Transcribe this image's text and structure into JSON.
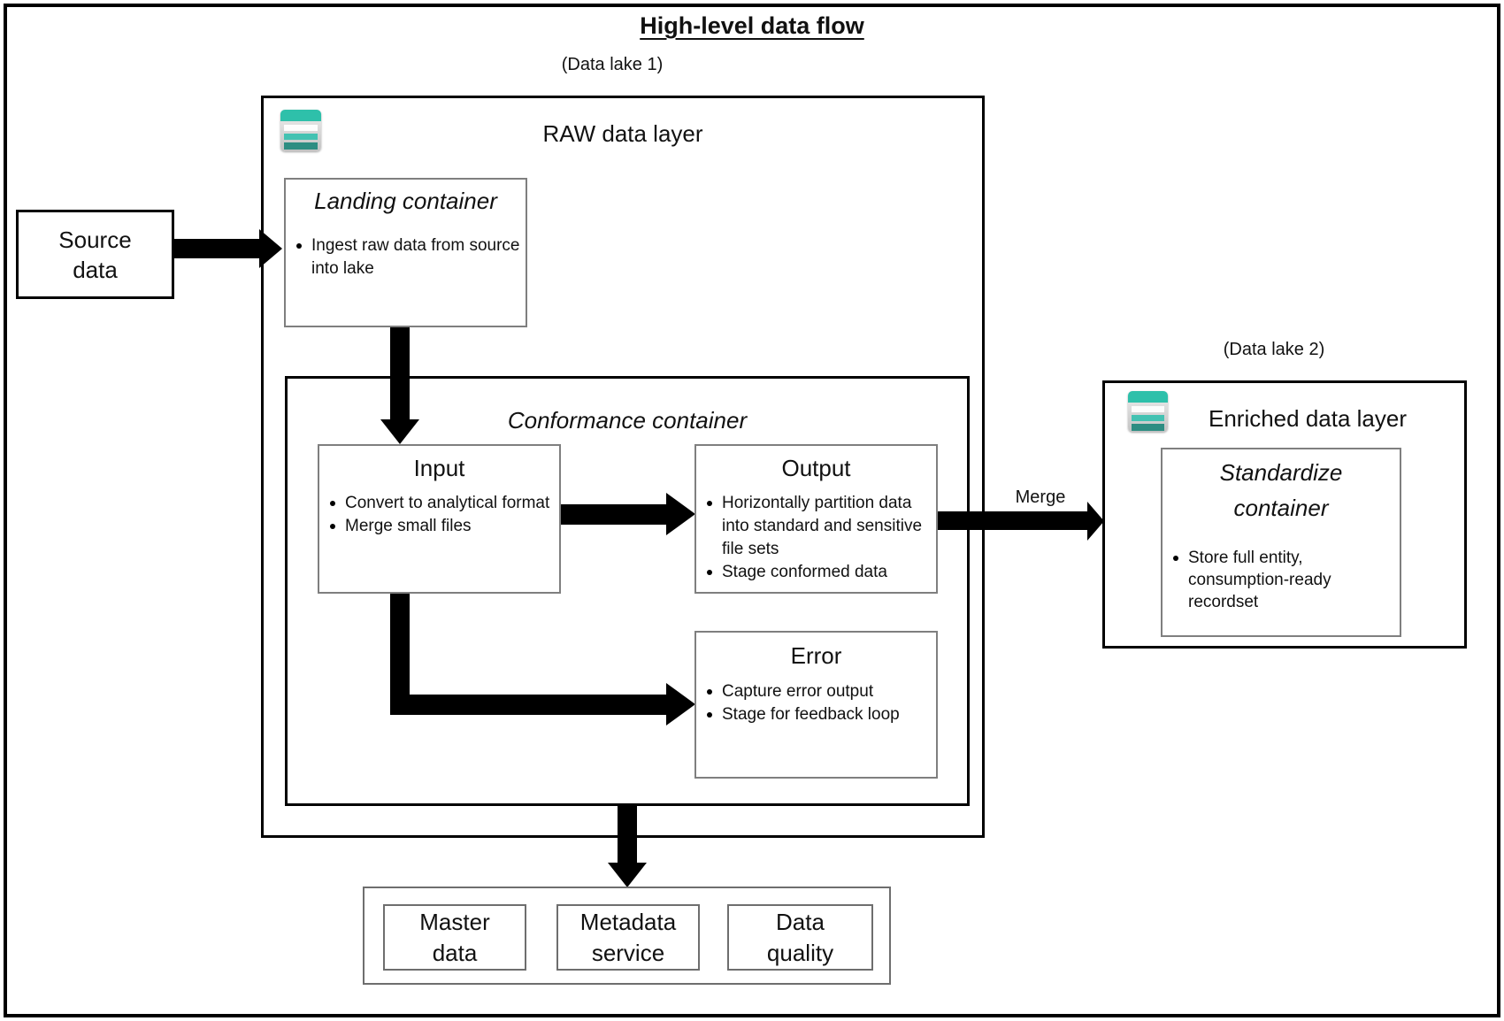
{
  "title": "High-level data flow",
  "labels": {
    "data_lake_1": "(Data lake 1)",
    "data_lake_2": "(Data lake 2)",
    "merge": "Merge"
  },
  "colors": {
    "icon_teal_top": "#2ec0aa",
    "icon_teal_mid": "#43c2b2",
    "icon_teal_dark": "#2e8d82",
    "container_border": "#000000",
    "inner_box_border": "#7f7f7f",
    "services_border": "#6e6e6e"
  },
  "source_box": {
    "label": "Source data"
  },
  "raw_layer": {
    "title": "RAW data layer",
    "icon": "data-lake-icon",
    "landing": {
      "title": "Landing container",
      "bullets": [
        "Ingest raw data from source into lake"
      ]
    },
    "conformance": {
      "title": "Conformance container",
      "input": {
        "title": "Input",
        "bullets": [
          "Convert to analytical format",
          "Merge small files"
        ]
      },
      "output": {
        "title": "Output",
        "bullets": [
          "Horizontally partition data into standard and sensitive file sets",
          "Stage conformed data"
        ]
      },
      "error": {
        "title": "Error",
        "bullets": [
          "Capture error output",
          "Stage for feedback loop"
        ]
      }
    }
  },
  "enriched_layer": {
    "title": "Enriched data layer",
    "icon": "data-lake-icon",
    "standardize": {
      "title": "Standardize container",
      "bullets": [
        "Store full entity, consumption-ready recordset"
      ]
    }
  },
  "services": {
    "items": [
      "Master data",
      "Metadata service",
      "Data quality"
    ]
  }
}
